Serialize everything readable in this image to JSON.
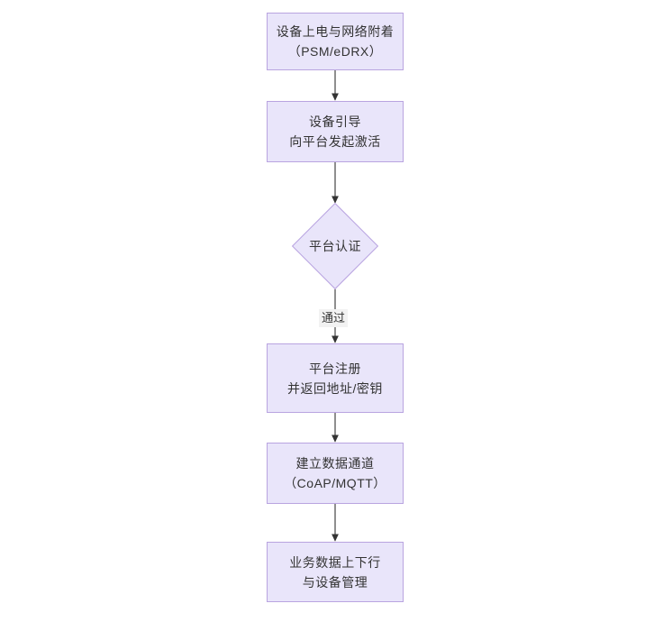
{
  "diagram": {
    "type": "flowchart",
    "orientation": "top-to-bottom",
    "colors": {
      "node_fill": "#e9e5fa",
      "node_border": "#b9a4e0",
      "text": "#333333",
      "connector": "#333333",
      "edge_label_background": "#f2f2f2",
      "canvas_background": "#ffffff"
    },
    "nodes": [
      {
        "id": "node-power-on",
        "shape": "rect",
        "line1": "设备上电与网络附着",
        "line2": "（PSM/eDRX）"
      },
      {
        "id": "node-bootstrap",
        "shape": "rect",
        "line1": "设备引导",
        "line2": "向平台发起激活"
      },
      {
        "id": "node-platform-auth",
        "shape": "diamond",
        "line1": "平台认证"
      },
      {
        "id": "node-platform-register",
        "shape": "rect",
        "line1": "平台注册",
        "line2": "并返回地址/密钥"
      },
      {
        "id": "node-data-channel",
        "shape": "rect",
        "line1": "建立数据通道",
        "line2": "（CoAP/MQTT）"
      },
      {
        "id": "node-service-data",
        "shape": "rect",
        "line1": "业务数据上下行",
        "line2": "与设备管理"
      }
    ],
    "edges": [
      {
        "id": "edge-1",
        "from": "node-power-on",
        "to": "node-bootstrap",
        "label": ""
      },
      {
        "id": "edge-2",
        "from": "node-bootstrap",
        "to": "node-platform-auth",
        "label": ""
      },
      {
        "id": "edge-3",
        "from": "node-platform-auth",
        "to": "node-platform-register",
        "label": "通过"
      },
      {
        "id": "edge-4",
        "from": "node-platform-register",
        "to": "node-data-channel",
        "label": ""
      },
      {
        "id": "edge-5",
        "from": "node-data-channel",
        "to": "node-service-data",
        "label": ""
      }
    ]
  }
}
